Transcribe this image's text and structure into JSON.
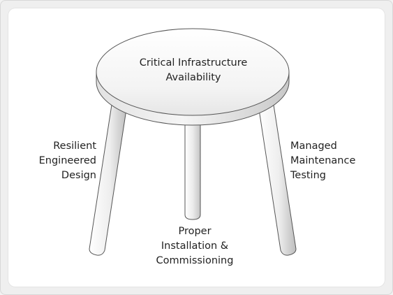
{
  "diagram": {
    "seat": {
      "lines": [
        "Critical Infrastructure",
        "Availability"
      ]
    },
    "legs": {
      "left": {
        "lines": [
          "Resilient",
          "Engineered",
          "Design"
        ]
      },
      "center": {
        "lines": [
          "Proper",
          "Installation &",
          "Commissioning"
        ]
      },
      "right": {
        "lines": [
          "Managed",
          "Maintenance",
          "Testing"
        ]
      }
    }
  }
}
